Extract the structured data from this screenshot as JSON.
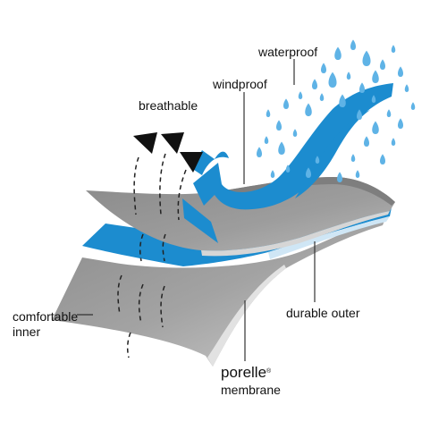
{
  "labels": {
    "waterproof": "waterproof",
    "windproof": "windproof",
    "breathable": "breathable",
    "durable_outer": "durable outer",
    "comfortable_line1": "comfortable",
    "comfortable_line2": "inner",
    "brand": "porelle",
    "brand_mark": "®",
    "membrane": "membrane"
  },
  "colors": {
    "outer_layer": "#8f8f8f",
    "membrane_layer": "#1c8ccf",
    "inner_layer": "#9a9a9a",
    "water": "#5fb3e6",
    "arrow": "#111111",
    "text": "#111111"
  },
  "icons": [
    "water-droplet-icon",
    "breath-arrow-icon",
    "wind-arrow-icon"
  ]
}
